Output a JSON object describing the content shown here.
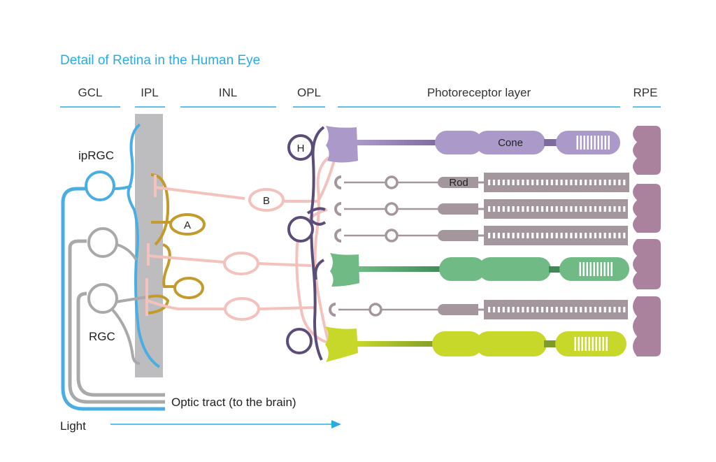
{
  "title": "Detail of Retina in the Human Eye",
  "layers": [
    {
      "key": "gcl",
      "label": "GCL"
    },
    {
      "key": "ipl",
      "label": "IPL"
    },
    {
      "key": "inl",
      "label": "INL"
    },
    {
      "key": "opl",
      "label": "OPL"
    },
    {
      "key": "photo",
      "label": "Photoreceptor layer"
    },
    {
      "key": "rpe",
      "label": "RPE"
    }
  ],
  "cells": {
    "iprgc": "ipRGC",
    "rgc": "RGC",
    "amacrine": "A",
    "bipolar": "B",
    "horizontal": "H",
    "cone": "Cone",
    "rod": "Rod"
  },
  "optic_tract": "Optic tract (to the brain)",
  "light": "Light",
  "colors": {
    "title": "#29abe2",
    "iprgc": "#4aaee3",
    "rgc": "#a9a9ab",
    "amacrine": "#c49a2c",
    "bipolar": "#f4c2bd",
    "horizontal": "#5b4d7a",
    "cone_s": "#ab9ac9",
    "cone_m": "#6fba85",
    "cone_l": "#c8d82a",
    "rod": "#a3979d",
    "rpe": "#aa829d",
    "ipl_band": "#bdbdc0"
  }
}
